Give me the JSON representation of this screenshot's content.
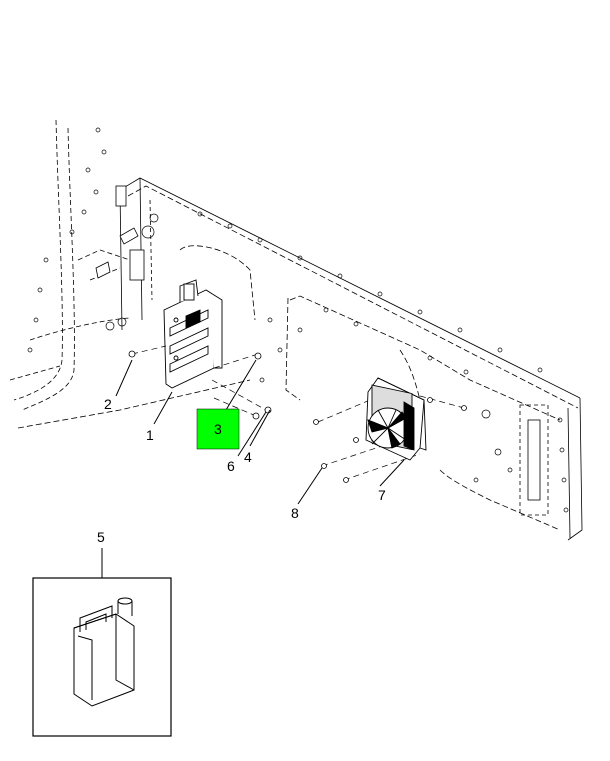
{
  "diagram": {
    "callouts": {
      "c1": "1",
      "c2": "2",
      "c3": "3",
      "c4": "4",
      "c5": "5",
      "c6": "6",
      "c7": "7",
      "c8": "8"
    },
    "highlight_color": "#00ff00"
  }
}
